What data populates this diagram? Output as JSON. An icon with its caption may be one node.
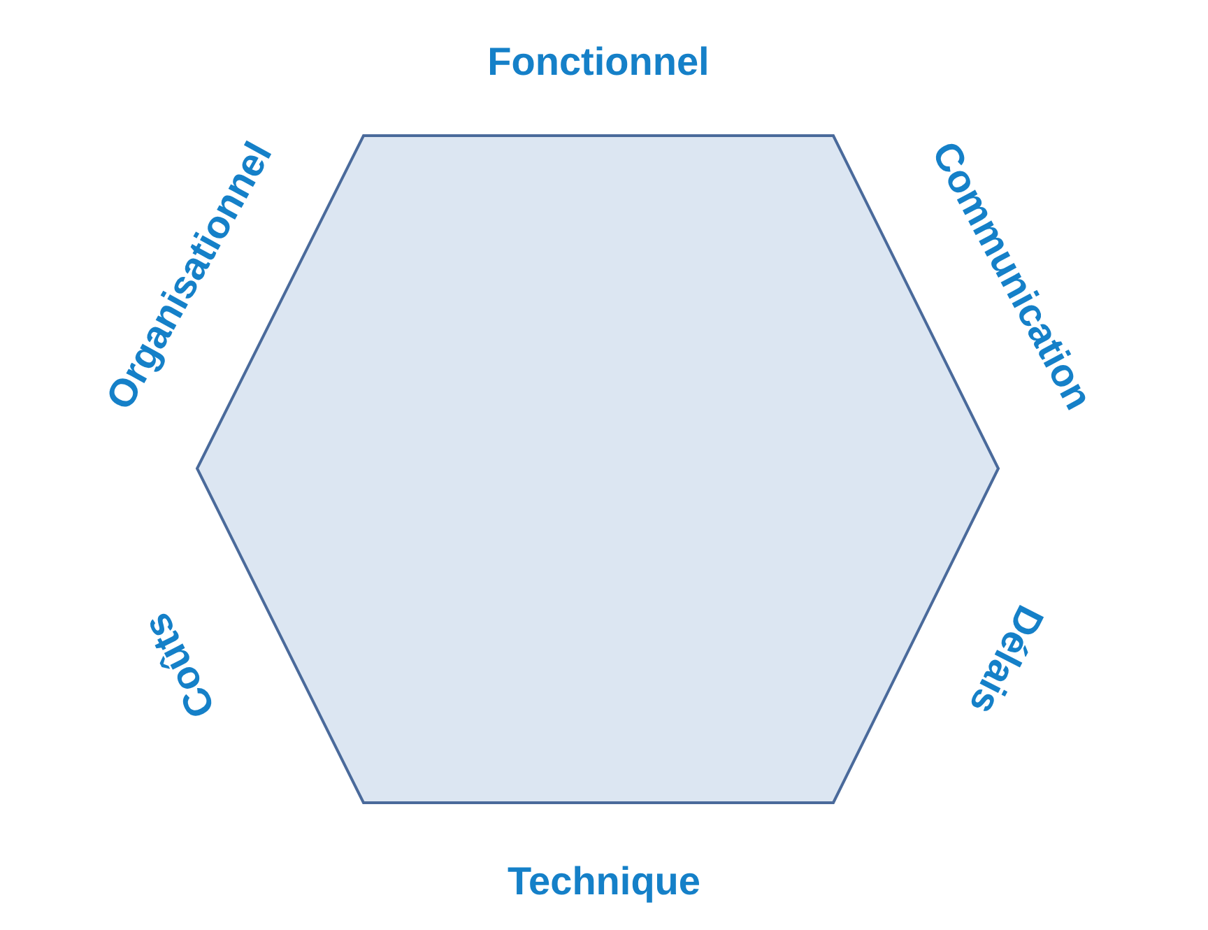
{
  "diagram": {
    "labels": [
      "Fonctionnel",
      "Organisationnel",
      "Communication",
      "Coûts",
      "Délais",
      "Technique"
    ]
  }
}
